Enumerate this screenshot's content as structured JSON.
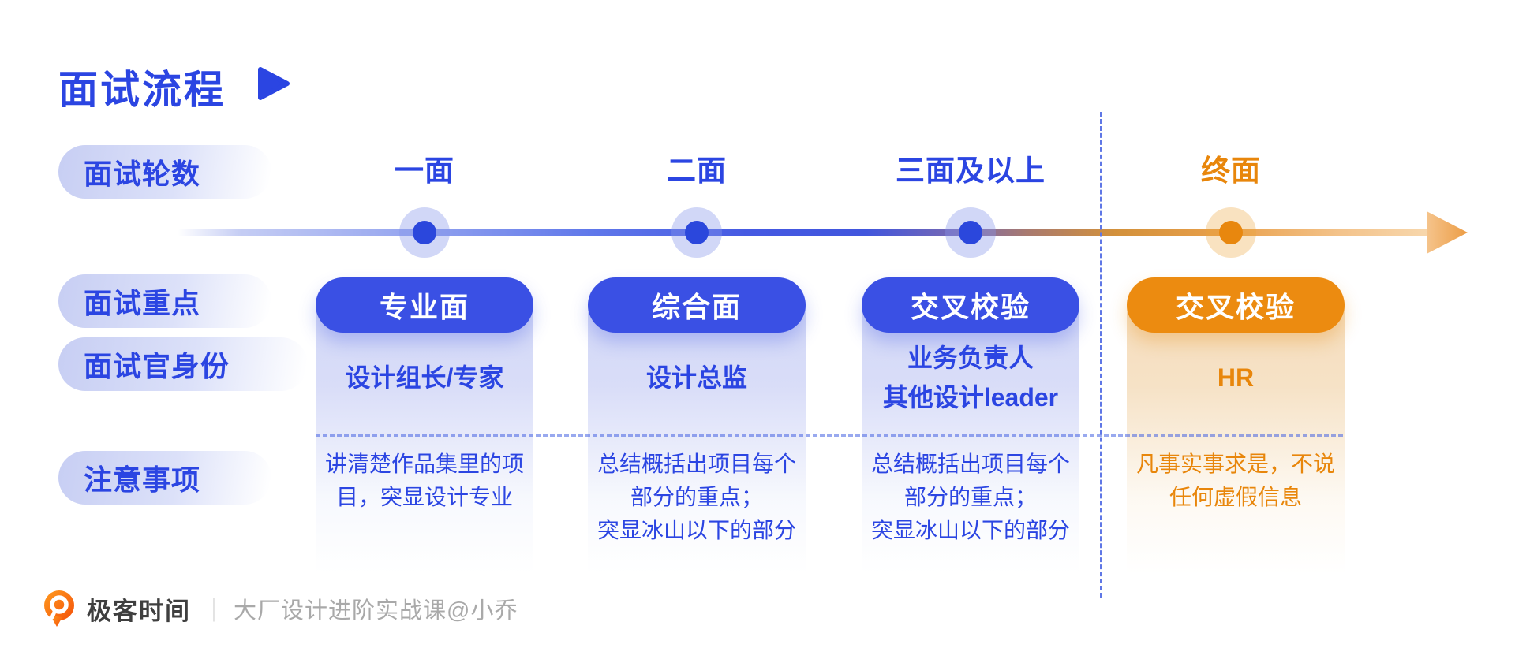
{
  "title": {
    "text": "面试流程"
  },
  "row_labels": {
    "rounds": "面试轮数",
    "focus": "面试重点",
    "identity": "面试官身份",
    "notes": "注意事项"
  },
  "columns": [
    {
      "round": "一面",
      "focus": "专业面",
      "interviewer": [
        "设计组长/专家"
      ],
      "notes": [
        "讲清楚作品集里的项",
        "目，突显设计专业"
      ],
      "theme": "blue"
    },
    {
      "round": "二面",
      "focus": "综合面",
      "interviewer": [
        "设计总监"
      ],
      "notes": [
        "总结概括出项目每个",
        "部分的重点；",
        "突显冰山以下的部分"
      ],
      "theme": "blue"
    },
    {
      "round": "三面及以上",
      "focus": "交叉校验",
      "interviewer": [
        "业务负责人",
        "其他设计leader"
      ],
      "notes": [
        "总结概括出项目每个",
        "部分的重点；",
        "突显冰山以下的部分"
      ],
      "theme": "blue"
    },
    {
      "round": "终面",
      "focus": "交叉校验",
      "interviewer": [
        "HR"
      ],
      "notes": [
        "凡事实事求是，不说",
        "任何虚假信息"
      ],
      "theme": "orange"
    }
  ],
  "footer": {
    "brand": "极客时间",
    "divider": "｜",
    "course": "大厂设计进阶实战课@小乔"
  },
  "colors": {
    "primary_blue": "#2B45E2",
    "pill_blue": "#3A50E4",
    "node_blue": "#2B47DC",
    "accent_orange": "#E8860B",
    "pill_orange": "#EC8B10",
    "logo_orange": "#F4500A"
  }
}
